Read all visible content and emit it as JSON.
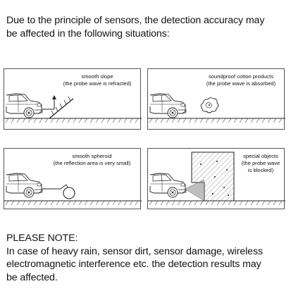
{
  "intro": {
    "line1": "Due to the principle of sensors, the detection accuracy may",
    "line2": "be affected in the following situations:"
  },
  "panels": [
    {
      "caption1": "smooth slope",
      "caption2": "(the probe wave is refracted)",
      "obstacle": "slope"
    },
    {
      "caption1": "soundproof cotton products",
      "caption2": "(the probe wave is absorbed)",
      "obstacle": "cotton"
    },
    {
      "caption1": "smooth spheroid",
      "caption2": "(the reflection area is very small)",
      "obstacle": "sphere"
    },
    {
      "caption1": "special objects",
      "caption2": "(the probe wave",
      "caption3": "is blocked)",
      "obstacle": "wall"
    }
  ],
  "note": {
    "heading": "PLEASE NOTE:",
    "line1": "In case of heavy rain, sensor dirt, sensor damage, wireless",
    "line2": "electromagnetic interference etc. the detection results may",
    "line3": "be affected."
  }
}
